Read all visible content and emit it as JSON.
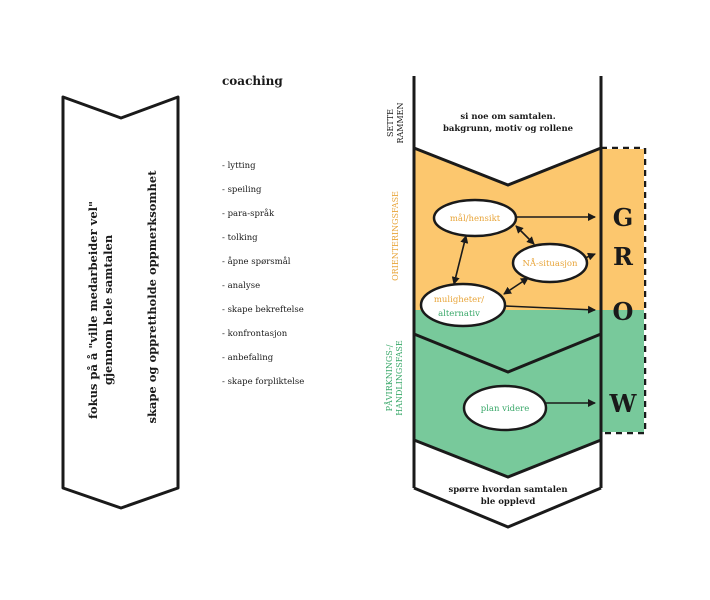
{
  "colors": {
    "orange": "#fcc76e",
    "green": "#78c99b",
    "orange_text": "#e8a53a",
    "green_text": "#3aa86a",
    "ink": "#1a1a1a"
  },
  "left_arrow": {
    "line1": "fokus på å \"ville medarbeider vel\"",
    "line2": "gjennom hele samtalen",
    "line3": "skape og opprettholde oppmerksomhet"
  },
  "coaching": {
    "title": "coaching",
    "items": [
      "- lytting",
      "- speiling",
      "- para-språk",
      "- tolking",
      "- åpne spørsmål",
      "- analyse",
      "- skape bekreftelse",
      "- konfrontasjon",
      "- anbefaling",
      "- skape forpliktelse"
    ]
  },
  "phases": {
    "sette_rammen_1": "SETTE",
    "sette_rammen_2": "RAMMEN",
    "orientering": "ORIENTERINGSFASE",
    "pavirkning_1": "PÅVIRKNINGS-/",
    "pavirkning_2": "HANDLINGSFASE"
  },
  "top_text": {
    "line1": "si noe om samtalen.",
    "line2": "bakgrunn, motiv og rollene"
  },
  "bottom_text": {
    "line1": "spørre hvordan samtalen",
    "line2": "ble opplevd"
  },
  "nodes": {
    "mal": "mål/hensikt",
    "na": "NÅ-situasjon",
    "muligheter_1": "muligheter/",
    "muligheter_2": "alternativ",
    "plan": "plan videre"
  },
  "grow": {
    "g": "G",
    "r": "R",
    "o": "O",
    "w": "W"
  }
}
